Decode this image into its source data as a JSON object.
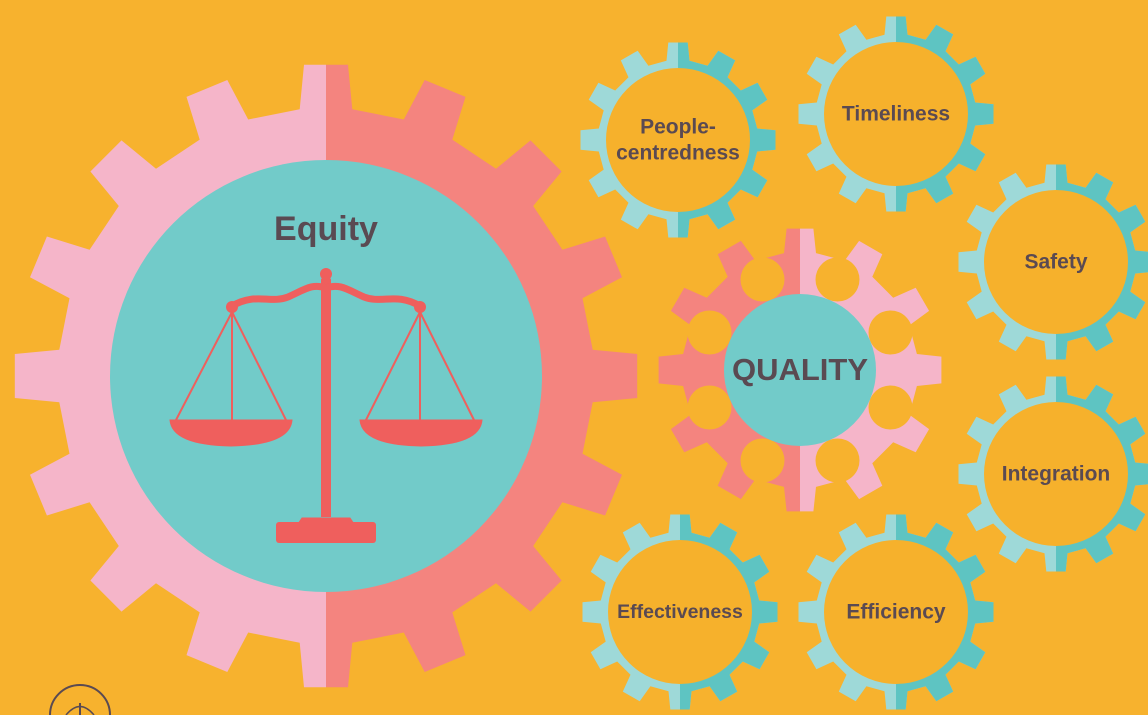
{
  "colors": {
    "background": "#f7b22e",
    "big_gear_light": "#f5b5c9",
    "big_gear_dark": "#f4847f",
    "teal_face": "#72cbc9",
    "scale": "#ef5f5d",
    "small_gear_light": "#9ed9d8",
    "small_gear_dark": "#5ec4c2",
    "small_gear_face": "#f6b12c",
    "label_text": "#5a4a52"
  },
  "main_gear": {
    "label": "Equity",
    "icon": "balance-scale-icon"
  },
  "center_gear": {
    "label": "QUALITY"
  },
  "dimensions": [
    {
      "id": "people-centredness",
      "lines": [
        "People-",
        "centredness"
      ]
    },
    {
      "id": "timeliness",
      "lines": [
        "Timeliness"
      ]
    },
    {
      "id": "safety",
      "lines": [
        "Safety"
      ]
    },
    {
      "id": "integration",
      "lines": [
        "Integration"
      ]
    },
    {
      "id": "efficiency",
      "lines": [
        "Efficiency"
      ]
    },
    {
      "id": "effectiveness",
      "lines": [
        "Effectiveness"
      ]
    }
  ],
  "logo": {
    "icon": "globe-logo-icon"
  }
}
